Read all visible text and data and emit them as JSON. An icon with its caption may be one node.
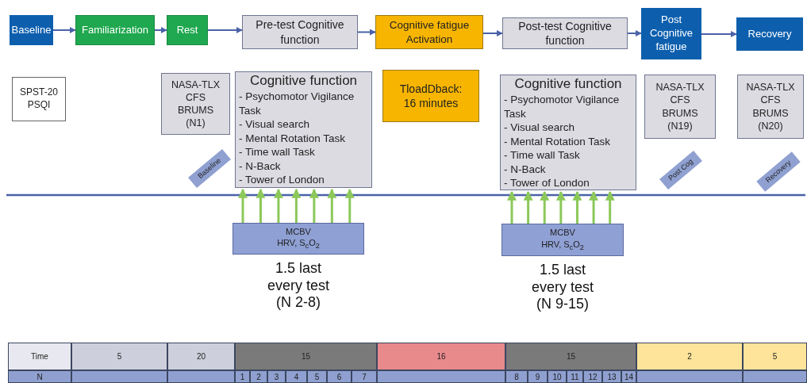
{
  "diagram": {
    "nodes": [
      {
        "text": [
          "Baseline"
        ]
      },
      {
        "text": [
          "Familiarization"
        ]
      },
      {
        "text": [
          "Rest"
        ]
      },
      {
        "text": [
          "Pre-test Cognitive function"
        ]
      },
      {
        "text": [
          "Cognitive fatigue Activation"
        ]
      },
      {
        "text": [
          "Post-test Cognitive function"
        ]
      },
      {
        "text": [
          "Post Cognitive fatigue"
        ]
      },
      {
        "text": [
          "Recovery"
        ]
      },
      {
        "text": [
          "SPST-20",
          "PSQI"
        ]
      },
      {
        "text": [
          "NASA-TLX",
          "CFS",
          "BRUMS",
          "(N1)"
        ]
      },
      {
        "text": [
          "Cognitive function",
          "- Psychomotor Vigilance Task",
          "- Visual search",
          "- Mental Rotation Task",
          "- Time wall Task",
          "- N-Back",
          "- Tower of London"
        ]
      },
      {
        "text": [
          "TloadDback:",
          "16 minutes"
        ]
      },
      {
        "text": [
          "Cognitive function",
          "- Psychomotor Vigilance Task",
          "- Visual search",
          "- Mental Rotation Task",
          "- Time wall Task",
          "- N-Back",
          "- Tower of London"
        ]
      },
      {
        "text": [
          "NASA-TLX",
          "CFS",
          "BRUMS",
          "(N19)"
        ]
      },
      {
        "text": [
          "NASA-TLX",
          "CFS",
          "BRUMS",
          "(N20)"
        ]
      },
      {
        "text": [
          "MCBV",
          "HRV, S$_{c}$O$_{2}$"
        ],
        "beside": [
          "1.5 last every test (N 2-8)"
        ]
      },
      {
        "text": [
          "MCBV",
          "HRV, S$_{c}$O$_{2}$"
        ],
        "beside": [
          "1.5 last every test (N 9-15)"
        ]
      },
      {
        "text": [
          "Baseline"
        ]
      },
      {
        "text": [
          "Post Cog"
        ]
      },
      {
        "text": [
          "Recovery"
        ]
      }
    ],
    "edges": [
      {
        "from": 0,
        "to": 1,
        "arrow": "to",
        "color": "#4a62a8"
      },
      {
        "from": 1,
        "to": 2,
        "arrow": "to",
        "color": "#4a62a8"
      },
      {
        "from": 2,
        "to": 3,
        "arrow": "to",
        "color": "#4a62a8"
      },
      {
        "from": 3,
        "to": 4,
        "arrow": "to",
        "color": "#4a62a8"
      },
      {
        "from": 4,
        "to": 5,
        "arrow": "to",
        "color": "#4a62a8"
      },
      {
        "from": 5,
        "to": 6,
        "arrow": "to",
        "color": "#4a62a8"
      },
      {
        "from": 6,
        "to": 7,
        "arrow": "to",
        "color": "#4a62a8"
      },
      {
        "from": 15,
        "to": 10,
        "arrow": "to",
        "color": "#8cc85a"
      },
      {
        "from": 15,
        "to": 10,
        "arrow": "to",
        "color": "#8cc85a"
      },
      {
        "from": 15,
        "to": 10,
        "arrow": "to",
        "color": "#8cc85a"
      },
      {
        "from": 15,
        "to": 10,
        "arrow": "to",
        "color": "#8cc85a"
      },
      {
        "from": 15,
        "to": 10,
        "arrow": "to",
        "color": "#8cc85a"
      },
      {
        "from": 15,
        "to": 10,
        "arrow": "to",
        "color": "#8cc85a"
      },
      {
        "from": 15,
        "to": 10,
        "arrow": "to",
        "color": "#8cc85a"
      },
      {
        "from": 16,
        "to": 12,
        "arrow": "to",
        "color": "#8cc85a"
      },
      {
        "from": 16,
        "to": 12,
        "arrow": "to",
        "color": "#8cc85a"
      },
      {
        "from": 16,
        "to": 12,
        "arrow": "to",
        "color": "#8cc85a"
      },
      {
        "from": 16,
        "to": 12,
        "arrow": "to",
        "color": "#8cc85a"
      },
      {
        "from": 16,
        "to": 12,
        "arrow": "to",
        "color": "#8cc85a"
      },
      {
        "from": 16,
        "to": 12,
        "arrow": "to",
        "color": "#8cc85a"
      },
      {
        "from": 16,
        "to": 12,
        "arrow": "to",
        "color": "#8cc85a"
      }
    ],
    "labels": [
      "Time",
      "5",
      "20",
      "15",
      "16",
      "15",
      "2",
      "5",
      "N",
      "1",
      "2",
      "3",
      "4",
      "5",
      "6",
      "7",
      "8",
      "9",
      "10",
      "11",
      "12",
      "13",
      "14"
    ]
  }
}
